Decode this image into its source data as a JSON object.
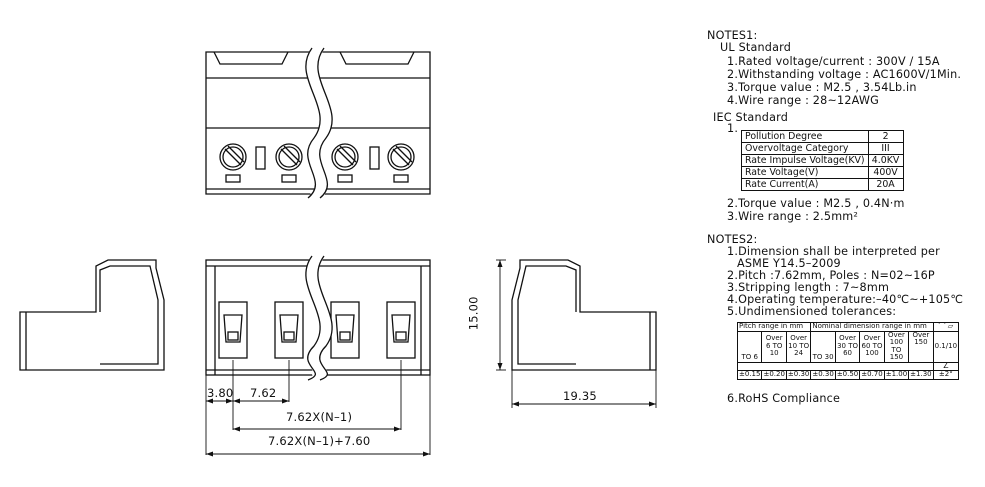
{
  "notes1": {
    "title": "NOTES1:",
    "ul": {
      "heading": "UL Standard",
      "items": [
        "1.Rated voltage/current : 300V / 15A",
        "2.Withstanding voltage : AC1600V/1Min.",
        "3.Torque value : M2.5 , 3.54Lb.in",
        "4.Wire range : 28~12AWG"
      ]
    },
    "iec": {
      "heading": "IEC Standard",
      "item1_number": "1.",
      "table": [
        {
          "label": "Pollution Degree",
          "value": "2"
        },
        {
          "label": "Overvoltage Category",
          "value": "III"
        },
        {
          "label": "Rate Impulse Voltage(KV)",
          "value": "4.0KV"
        },
        {
          "label": "Rate Voltage(V)",
          "value": "400V"
        },
        {
          "label": "Rate Current(A)",
          "value": "20A"
        }
      ],
      "items": [
        "2.Torque value : M2.5 , 0.4N·m",
        "3.Wire range : 2.5mm²"
      ]
    }
  },
  "notes2": {
    "title": "NOTES2:",
    "item1": "1.Dimension shall be interpreted per",
    "item1_cont": "ASME Y14.5–2009",
    "items": [
      "2.Pitch :7.62mm, Poles : N=02~16P",
      "3.Stripping length : 7~8mm",
      "4.Operating temperature:–40℃~+105℃",
      "5.Undimensioned tolerances:"
    ],
    "item6": "6.RoHS Compliance",
    "tolerance_table": {
      "pitch_header": "Pitch range in mm",
      "nominal_header": "Nominal dimension range in mm",
      "pitch_col1": "TO 6",
      "pitch_col2": "Over 6 TO 10",
      "pitch_col3": "Over 10 TO 24",
      "nom_cols": [
        "TO 30",
        "Over 30 TO 60",
        "Over 60 TO 100",
        "Over 100 TO 150",
        "Over 150"
      ],
      "flatness_symbols": "⌒ ⏥",
      "flatness_value": "0.1/10",
      "angle_symbol": "∠",
      "tol_row": [
        "±0.15",
        "±0.20",
        "±0.30",
        "±0.30",
        "±0.50",
        "±0.70",
        "±1.00",
        "±1.30"
      ],
      "angle_tol": "±2°"
    }
  },
  "dimensions": {
    "d1": "3.80",
    "d2": "7.62",
    "d3": "7.62X(N–1)",
    "d4": "7.62X(N–1)+7.60",
    "d5": "15.00",
    "d6": "19.35"
  }
}
